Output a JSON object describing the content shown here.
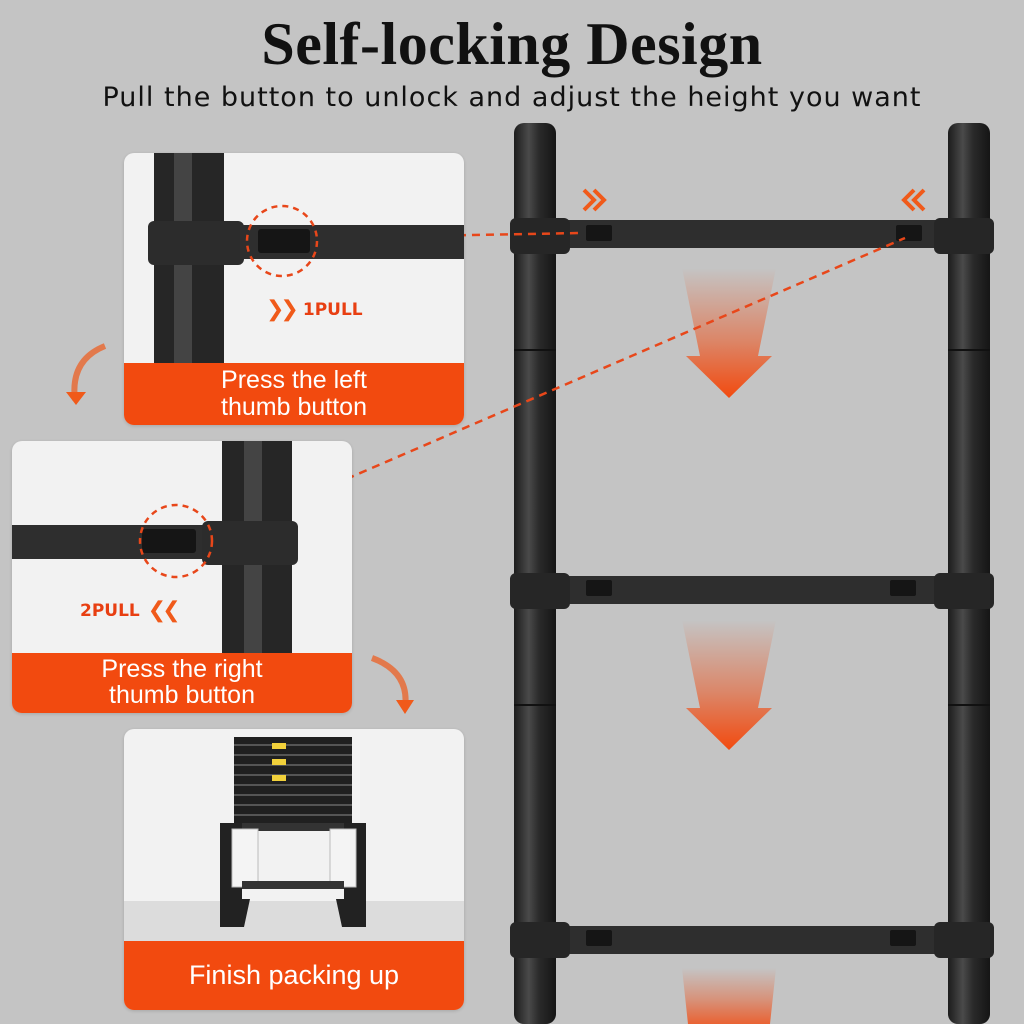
{
  "header": {
    "title": "Self-locking Design",
    "subtitle": "Pull the button to unlock and adjust the height you want"
  },
  "steps": [
    {
      "caption_line1": "Press the left",
      "caption_line2": "thumb button",
      "pull_label": "1PULL"
    },
    {
      "caption_line1": "Press the right",
      "caption_line2": "thumb button",
      "pull_label": "2PULL"
    },
    {
      "caption": "Finish packing up"
    }
  ],
  "colors": {
    "accent": "#f24a0f",
    "ladder": "#2b2b2b",
    "background": "#c4c4c4"
  }
}
